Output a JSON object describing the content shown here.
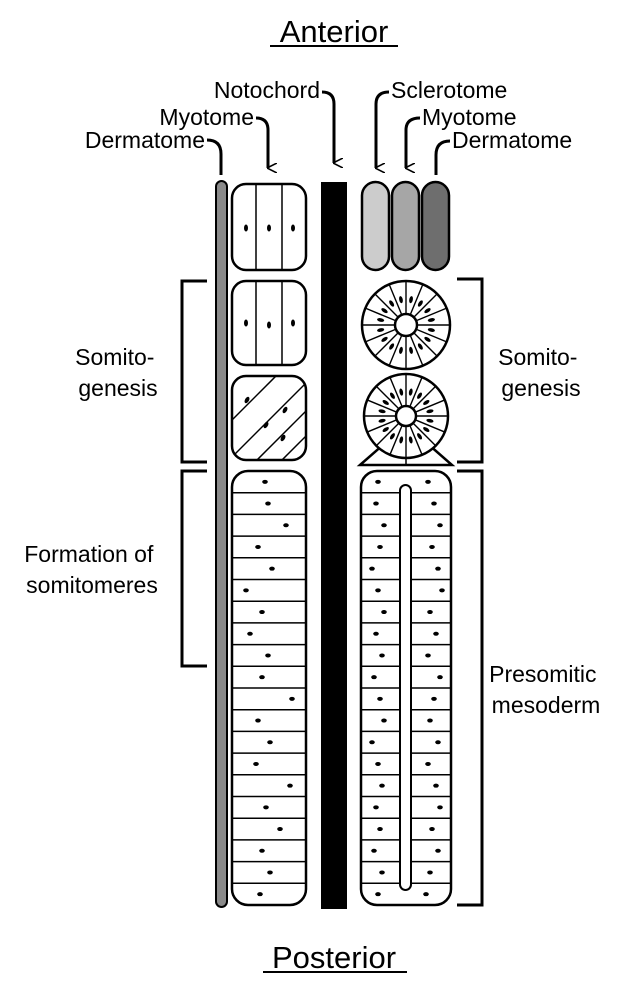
{
  "title_top": "Anterior",
  "title_bottom": "Posterior",
  "left_labels": {
    "notochord": "Notochord",
    "myotome": "Myotome",
    "dermatome": "Dermatome"
  },
  "right_labels": {
    "sclerotome": "Sclerotome",
    "myotome": "Myotome",
    "dermatome": "Dermatome"
  },
  "brackets": {
    "left_somitogenesis": [
      "Somito-",
      "genesis"
    ],
    "left_somitomeres": [
      "Formation of",
      "somitomeres"
    ],
    "right_somitogenesis": [
      "Somito-",
      "genesis"
    ],
    "right_presomitic": [
      "Presomitic",
      "mesoderm"
    ]
  },
  "colors": {
    "sclerotome_fill": "#cccccc",
    "myotome_fill": "#a6a6a6",
    "dermatome_fill": "#6e6e6e",
    "dermatome_strip": "#8a8a8a",
    "notochord": "#000000"
  }
}
